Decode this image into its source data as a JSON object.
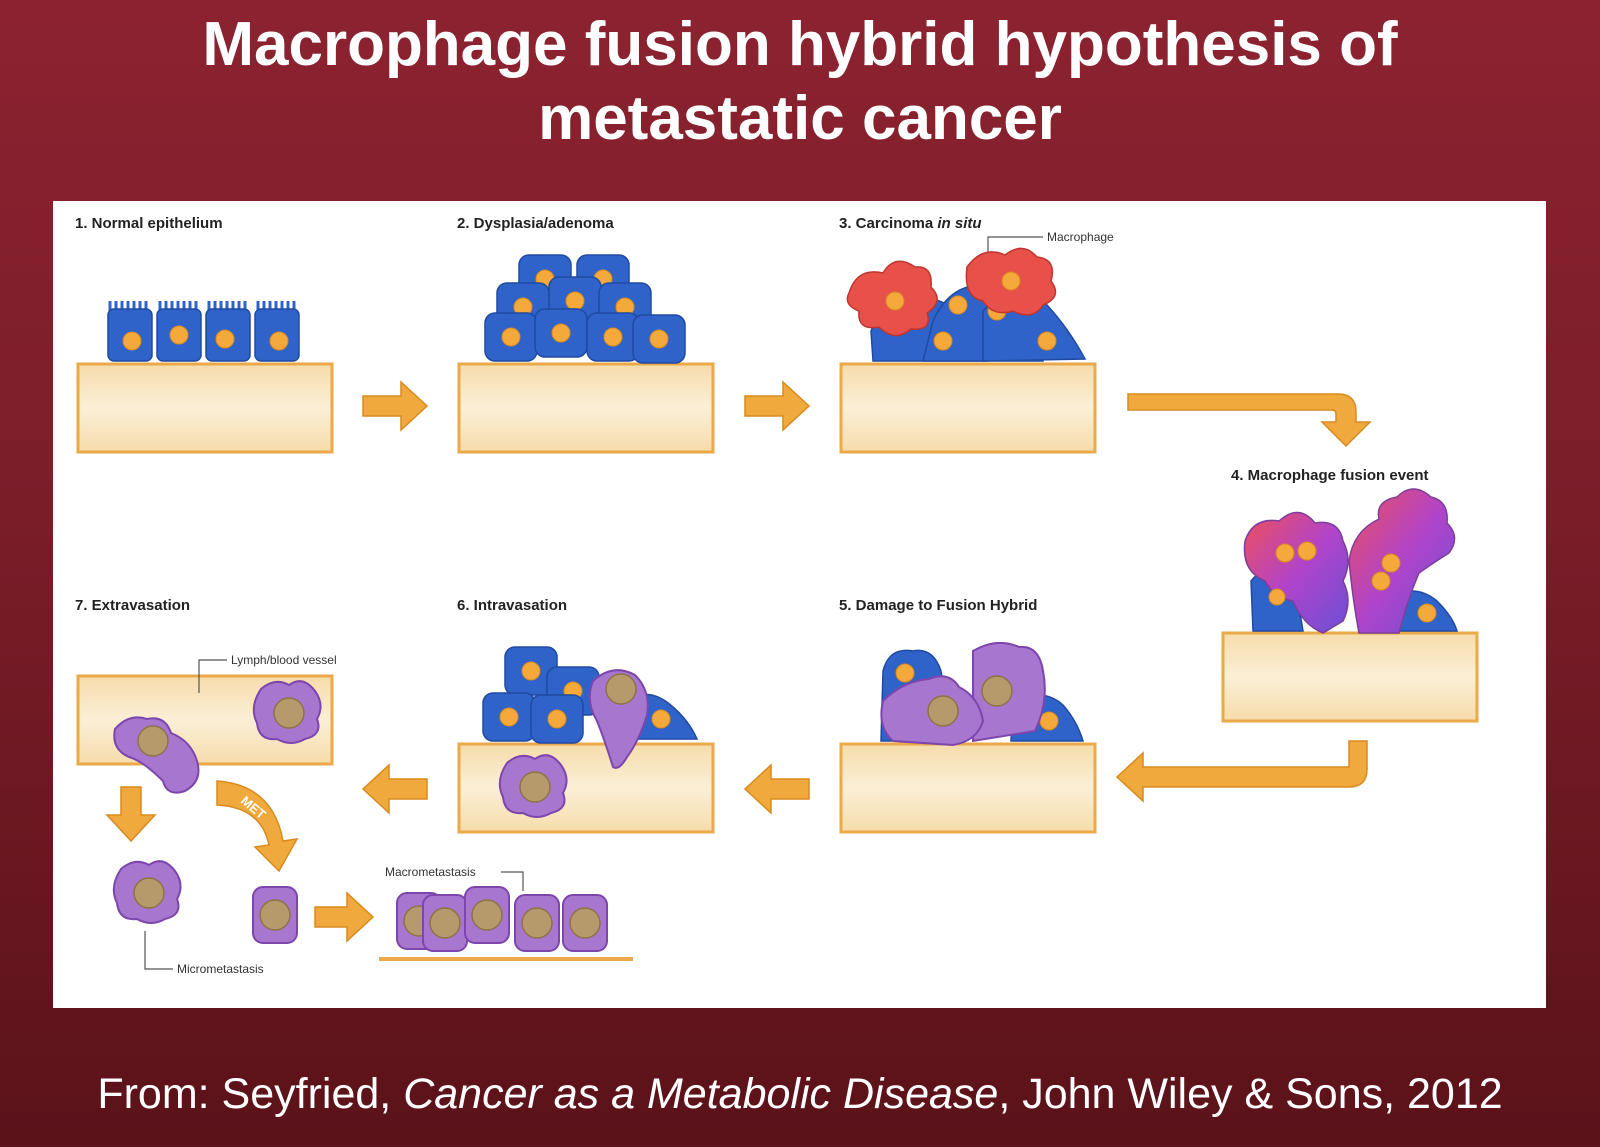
{
  "title": {
    "line1": "Macrophage fusion hybrid hypothesis of",
    "line2": "metastatic cancer"
  },
  "stages": {
    "s1": "1. Normal epithelium",
    "s2": "2. Dysplasia/adenoma",
    "s3_prefix": "3. Carcinoma ",
    "s3_italic": "in situ",
    "s4": "4. Macrophage fusion event",
    "s5": "5. Damage to Fusion Hybrid",
    "s6": "6. Intravasation",
    "s7": "7. Extravasation"
  },
  "annotations": {
    "macrophage": "Macrophage",
    "vessel": "Lymph/blood vessel",
    "met": "MET",
    "macrometastasis": "Macrometastasis",
    "micrometastasis": "Micrometastasis"
  },
  "caption": {
    "prefix": "From: Seyfried, ",
    "book": "Cancer as a Metabolic Disease",
    "suffix": ", John Wiley & Sons, 2012"
  },
  "colors": {
    "background": "#8c2230",
    "tissue": "#f8e3bd",
    "tissue_border": "#eba94a",
    "arrow": "#f0a93c",
    "epithelial_cell": "#2f63c9",
    "macrophage": "#e8504a",
    "hybrid_cell": "#9a52c7",
    "nucleus_orange": "#f4a93a",
    "nucleus_tan": "#b69a6c"
  }
}
